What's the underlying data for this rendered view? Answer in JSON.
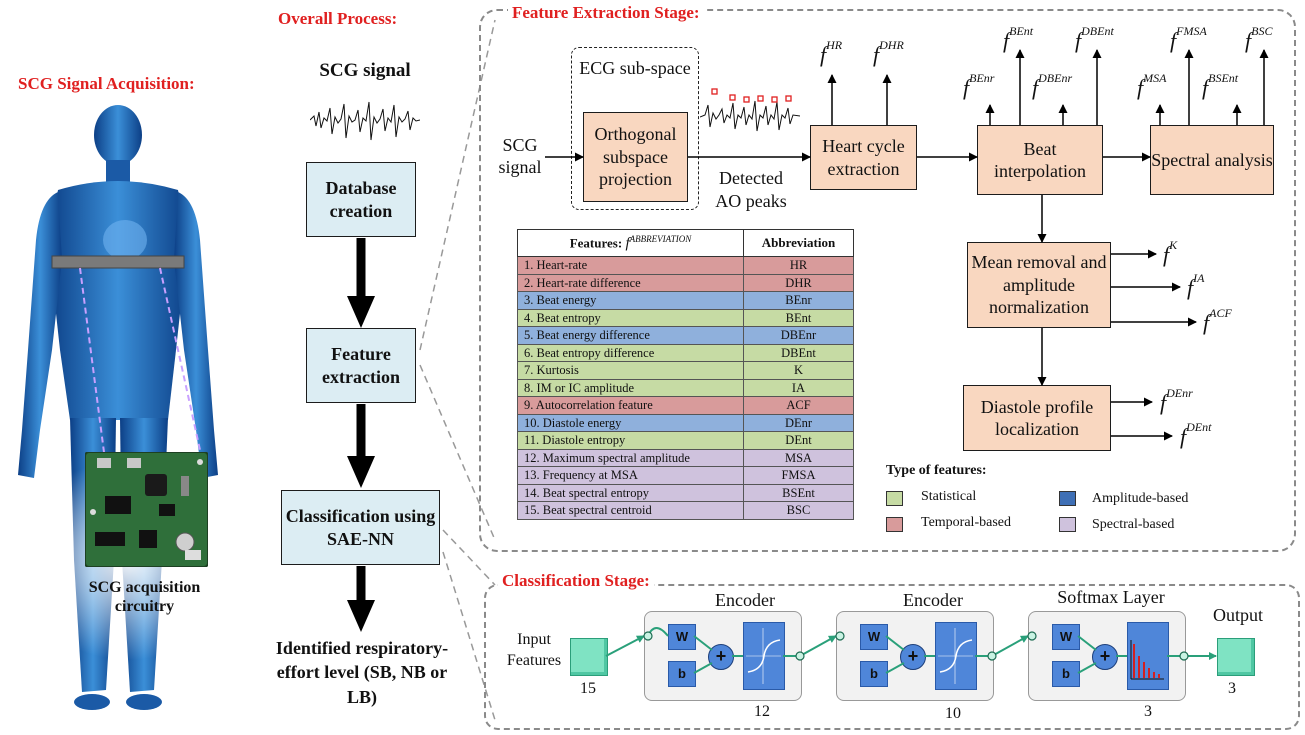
{
  "left": {
    "title": "SCG Signal Acquisition:",
    "circuit_label": "SCG acquisition circuitry"
  },
  "overall": {
    "title": "Overall Process:",
    "signal_label": "SCG signal",
    "steps": [
      "Database creation",
      "Feature extraction",
      "Classification using SAE-NN"
    ],
    "result": "Identified respiratory-effort level (SB, NB or LB)"
  },
  "fe": {
    "title": "Feature Extraction Stage:",
    "input_label": "SCG signal",
    "ecg_label": "ECG sub-space",
    "ortho": "Orthogonal subspace projection",
    "detected": "Detected AO peaks",
    "heart_cycle": "Heart cycle extraction",
    "beat_interp": "Beat interpolation",
    "spectral": "Spectral analysis",
    "mean_removal": "Mean removal and amplitude normalization",
    "diastole": "Diastole profile localization",
    "f_symbol": "f",
    "feature_outputs": {
      "HR": "HR",
      "DHR": "DHR",
      "BEnt": "BEnt",
      "DBEnt": "DBEnt",
      "BEnr": "BEnr",
      "DBEnr": "DBEnr",
      "FMSA": "FMSA",
      "BSC": "BSC",
      "MSA": "MSA",
      "BSEnt": "BSEnt",
      "K": "K",
      "IA": "IA",
      "ACF": "ACF",
      "DEnr": "DEnr",
      "DEnt": "DEnt"
    }
  },
  "table": {
    "header_features": "Features:",
    "header_sup": "ABBREVIATION",
    "header_abbr": "Abbreviation",
    "rows": [
      {
        "name": "1. Heart-rate",
        "abbr": "HR",
        "type": "temporal"
      },
      {
        "name": "2. Heart-rate difference",
        "abbr": "DHR",
        "type": "temporal"
      },
      {
        "name": "3. Beat energy",
        "abbr": "BEnr",
        "type": "amplitude"
      },
      {
        "name": "4. Beat entropy",
        "abbr": "BEnt",
        "type": "statistical"
      },
      {
        "name": "5. Beat energy difference",
        "abbr": "DBEnr",
        "type": "amplitude"
      },
      {
        "name": "6. Beat entropy difference",
        "abbr": "DBEnt",
        "type": "statistical"
      },
      {
        "name": "7. Kurtosis",
        "abbr": "K",
        "type": "statistical"
      },
      {
        "name": "8. IM or IC amplitude",
        "abbr": "IA",
        "type": "statistical"
      },
      {
        "name": "9. Autocorrelation feature",
        "abbr": "ACF",
        "type": "temporal"
      },
      {
        "name": "10. Diastole energy",
        "abbr": "DEnr",
        "type": "amplitude"
      },
      {
        "name": "11. Diastole entropy",
        "abbr": "DEnt",
        "type": "statistical"
      },
      {
        "name": "12. Maximum spectral amplitude",
        "abbr": "MSA",
        "type": "spectral"
      },
      {
        "name": "13. Frequency at MSA",
        "abbr": "FMSA",
        "type": "spectral"
      },
      {
        "name": "14. Beat spectral entropy",
        "abbr": "BSEnt",
        "type": "spectral"
      },
      {
        "name": "15. Beat spectral centroid",
        "abbr": "BSC",
        "type": "spectral"
      }
    ]
  },
  "legend": {
    "title": "Type of features:",
    "statistical": "Statistical",
    "temporal": "Temporal-based",
    "amplitude": "Amplitude-based",
    "spectral": "Spectral-based",
    "colors": {
      "temporal": "#d89b9b",
      "amplitude": "#8fb0dc",
      "statistical": "#c6dba4",
      "spectral": "#cfc2dd"
    }
  },
  "cls": {
    "title": "Classification Stage:",
    "input_label": "Input Features",
    "input_n": "15",
    "enc1": "Encoder",
    "enc1_n": "12",
    "enc2": "Encoder",
    "enc2_n": "10",
    "softmax": "Softmax Layer",
    "softmax_n": "3",
    "output": "Output",
    "output_n": "3",
    "w": "W",
    "b": "b",
    "plus": "+"
  }
}
